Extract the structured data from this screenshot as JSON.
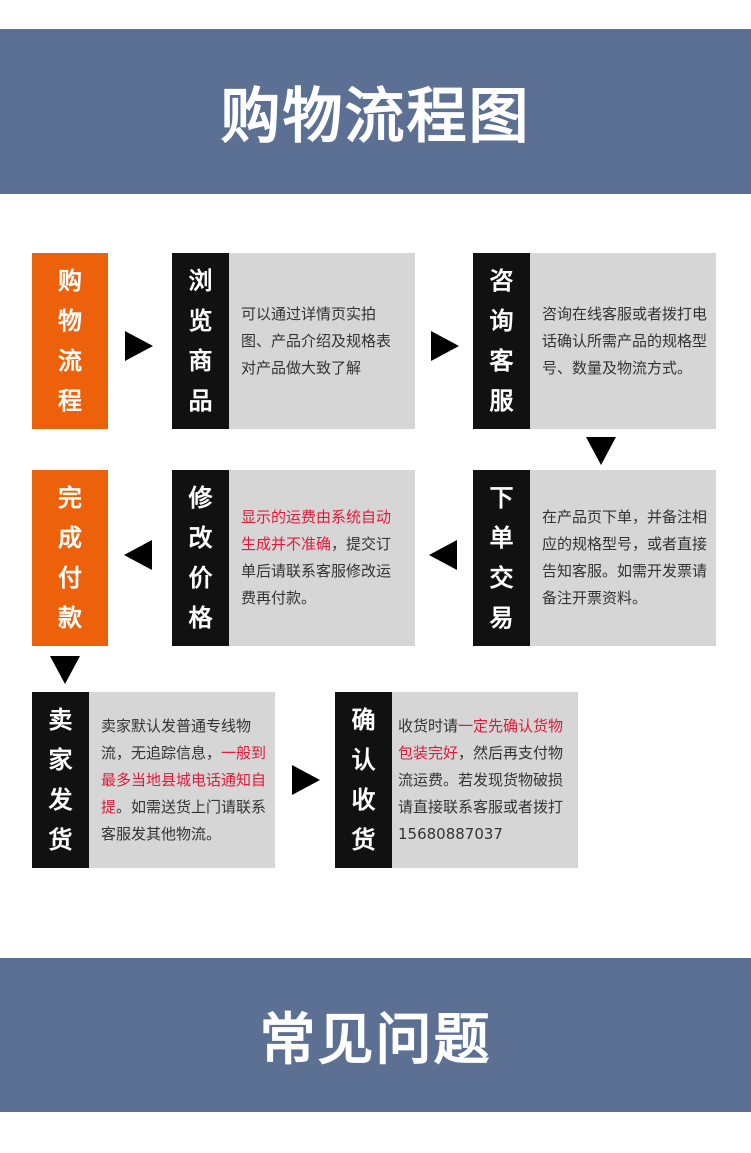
{
  "header": {
    "title": "购物流程图"
  },
  "footer": {
    "title": "常见问题"
  },
  "flow": {
    "start_label": [
      "购",
      "物",
      "流",
      "程"
    ],
    "browse": {
      "label": [
        "浏",
        "览",
        "商",
        "品"
      ],
      "desc": "可以通过详情页实拍图、产品介绍及规格表对产品做大致了解"
    },
    "consult": {
      "label": [
        "咨",
        "询",
        "客",
        "服"
      ],
      "desc": "咨询在线客服或者拨打电话确认所需产品的规格型号、数量及物流方式。"
    },
    "order": {
      "label": [
        "下",
        "单",
        "交",
        "易"
      ],
      "desc": "在产品页下单，并备注相应的规格型号，或者直接告知客服。如需开发票请备注开票资料。"
    },
    "modify": {
      "label": [
        "修",
        "改",
        "价",
        "格"
      ],
      "desc_red": "显示的运费由系统自动生成并不准确",
      "desc_rest": "，提交订单后请联系客服修改运费再付款。"
    },
    "pay_label": [
      "完",
      "成",
      "付",
      "款"
    ],
    "ship": {
      "label": [
        "卖",
        "家",
        "发",
        "货"
      ],
      "desc_pre": "卖家默认发普通专线物流，无追踪信息，",
      "desc_red": "一般到最多当地县城电话通知自提",
      "desc_post": "。如需送货上门请联系客服发其他物流。"
    },
    "receive": {
      "label": [
        "确",
        "认",
        "收",
        "货"
      ],
      "desc_pre": "收货时请",
      "desc_red": "一定先确认货物包装完好",
      "desc_post": "，然后再支付物流运费。若发现货物破损请直接联系客服或者拨打15680887037"
    }
  },
  "colors": {
    "banner": "#5b7093",
    "orange": "#ec6109",
    "dark": "#111111",
    "desc_bg": "#d6d6d6",
    "highlight": "#e3193a"
  },
  "icons": [
    "arrow-right-icon",
    "arrow-left-icon",
    "arrow-down-icon"
  ]
}
